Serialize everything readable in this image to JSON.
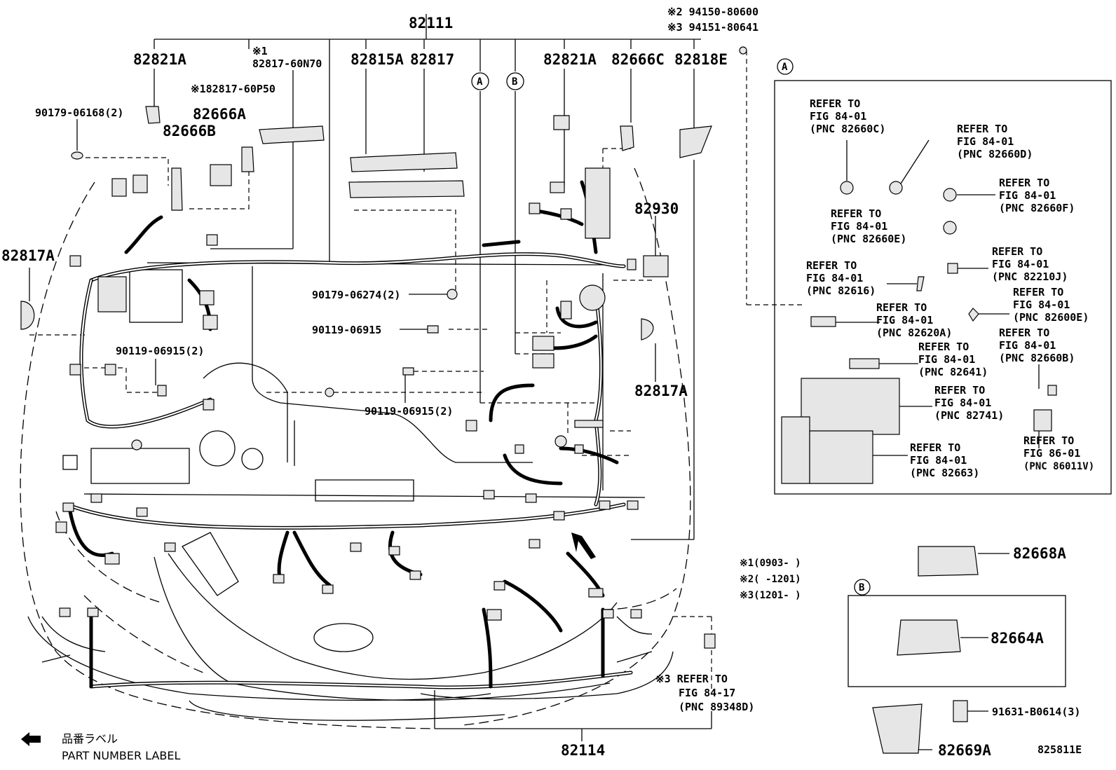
{
  "diagram": {
    "labels": {
      "p82111": "82111",
      "p82821A_l": "82821A",
      "p82821A_r": "82821A",
      "n1": "※1",
      "p82817_60N70": "82817-60N70",
      "p82817_60P50": "※182817-60P50",
      "p82815A": "82815A",
      "p82817": "82817",
      "p82666C": "82666C",
      "p82818E": "82818E",
      "n2_94150": "※2 94150-80600",
      "n3_94151": "※3 94151-80641",
      "p90179_06168": "90179-06168(2)",
      "p82666A": "82666A",
      "p82666B": "82666B",
      "p82817A_l": "82817A",
      "p82930": "82930",
      "p90179_06274": "90179-06274(2)",
      "p90119_06915": "90119-06915",
      "p90119_06915_2a": "90119-06915(2)",
      "p90119_06915_2b": "90119-06915(2)",
      "p82817A_r": "82817A",
      "n3_refer": "※3 REFER TO",
      "fig84_17": "FIG 84-17",
      "pnc89348D": "(PNC 89348D)",
      "p82114": "82114",
      "label_jp": "品番ラベル",
      "label_en": "PART NUMBER LABEL",
      "fig_code": "825811E",
      "callout_a": "A",
      "callout_b": "B"
    },
    "notes": [
      "※1(0903-    )",
      "※2(    -1201)",
      "※3(1201-    )"
    ],
    "inset_a": {
      "title": "A",
      "refs": [
        {
          "l1": "REFER TO",
          "l2": "FIG 84-01",
          "l3": "(PNC 82660C)"
        },
        {
          "l1": "REFER TO",
          "l2": "FIG 84-01",
          "l3": "(PNC 82660D)"
        },
        {
          "l1": "REFER TO",
          "l2": "FIG 84-01",
          "l3": "(PNC 82660F)"
        },
        {
          "l1": "REFER TO",
          "l2": "FIG 84-01",
          "l3": "(PNC 82660E)"
        },
        {
          "l1": "REFER TO",
          "l2": "FIG 84-01",
          "l3": "(PNC 82210J)"
        },
        {
          "l1": "REFER TO",
          "l2": "FIG 84-01",
          "l3": "(PNC 82616)"
        },
        {
          "l1": "REFER TO",
          "l2": "FIG 84-01",
          "l3": "(PNC 82600E)"
        },
        {
          "l1": "REFER TO",
          "l2": "FIG 84-01",
          "l3": "(PNC 82620A)"
        },
        {
          "l1": "REFER TO",
          "l2": "FIG 84-01",
          "l3": "(PNC 82660B)"
        },
        {
          "l1": "REFER TO",
          "l2": "FIG 84-01",
          "l3": "(PNC 82641)"
        },
        {
          "l1": "REFER TO",
          "l2": "FIG 84-01",
          "l3": "(PNC 82741)"
        },
        {
          "l1": "REFER TO",
          "l2": "FIG 84-01",
          "l3": "(PNC 82663)"
        },
        {
          "l1": "REFER TO",
          "l2": "FIG 86-01",
          "l3": "(PNC 86011V)"
        }
      ]
    },
    "inset_b": {
      "title": "B",
      "part": "82664A"
    },
    "right_parts": {
      "p82668A": "82668A",
      "p91631": "91631-B0614(3)",
      "p82669A": "82669A"
    }
  }
}
